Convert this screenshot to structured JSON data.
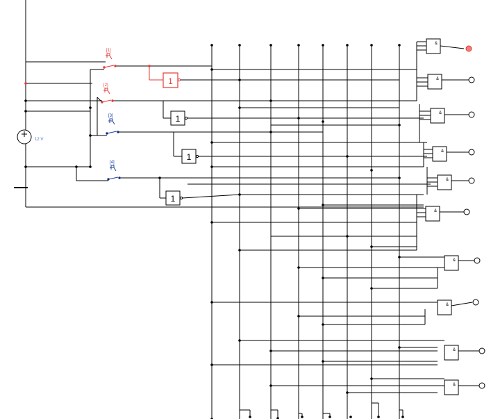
{
  "source": {
    "label": "12 V"
  },
  "switches": [
    {
      "label": "[1]",
      "color": "#e53935",
      "active": true
    },
    {
      "label": "[2]",
      "color": "#e53935",
      "active": true
    },
    {
      "label": "[3]",
      "color": "#1e3fa0",
      "active": false
    },
    {
      "label": "[4]",
      "color": "#1e3fa0",
      "active": false
    }
  ],
  "inverters": [
    {
      "label": "1",
      "active": true
    },
    {
      "label": "1",
      "active": false
    },
    {
      "label": "1",
      "active": false
    },
    {
      "label": "1",
      "active": false
    }
  ],
  "and_gates": [
    {
      "label": "&",
      "output_on": true
    },
    {
      "label": "&",
      "output_on": false
    },
    {
      "label": "&",
      "output_on": false
    },
    {
      "label": "&",
      "output_on": false
    },
    {
      "label": "&",
      "output_on": false
    },
    {
      "label": "&",
      "output_on": false
    },
    {
      "label": "&",
      "output_on": false
    },
    {
      "label": "&",
      "output_on": false
    },
    {
      "label": "&",
      "output_on": false
    },
    {
      "label": "&",
      "output_on": false
    }
  ],
  "colors": {
    "wire": "#000000",
    "active": "#e53935",
    "inactive_label": "#1e3fa0",
    "source_label": "#4a6fd0",
    "lamp_on": "#f47c7c"
  }
}
